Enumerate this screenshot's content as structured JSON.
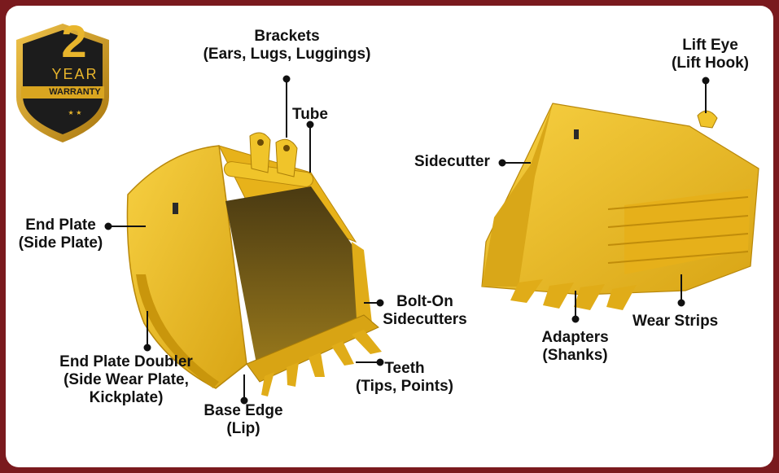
{
  "badge": {
    "number": "2",
    "line1": "YEAR",
    "line2": "WARRANTY",
    "stars": "★ ★"
  },
  "labels": {
    "brackets": [
      "Brackets",
      "(Ears, Lugs, Luggings)"
    ],
    "tube": [
      "Tube"
    ],
    "end_plate": [
      "End Plate",
      "(Side Plate)"
    ],
    "bolt_on_sidecutters": [
      "Bolt-On",
      "Sidecutters"
    ],
    "end_plate_doubler": [
      "End Plate Doubler",
      "(Side Wear Plate,",
      "Kickplate)"
    ],
    "teeth": [
      "Teeth",
      "(Tips, Points)"
    ],
    "base_edge": [
      "Base Edge",
      "(Lip)"
    ],
    "lift_eye": [
      "Lift Eye",
      "(Lift Hook)"
    ],
    "sidecutter": [
      "Sidecutter"
    ],
    "adapters": [
      "Adapters",
      "(Shanks)"
    ],
    "wear_strips": [
      "Wear Strips"
    ]
  },
  "colors": {
    "frame": "#7a1a1e",
    "bucket": "#f2c01c",
    "bucket_dark": "#c9960c",
    "badge_gold": "#d9a520",
    "badge_dark": "#1c1c1c"
  }
}
